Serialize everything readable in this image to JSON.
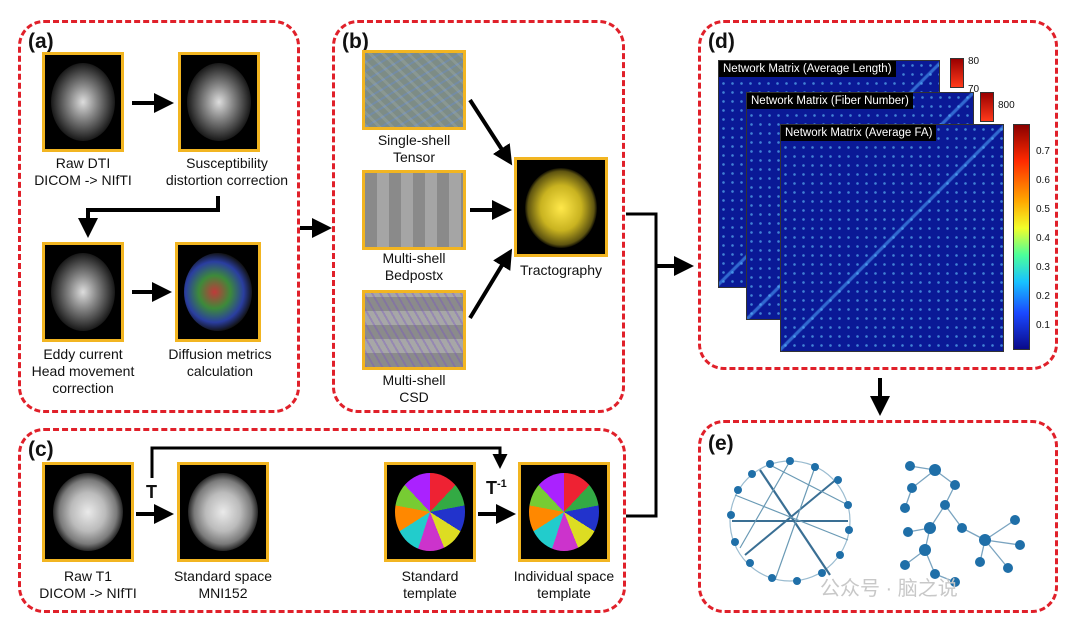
{
  "panels": {
    "a": {
      "label": "(a)",
      "raw_dti": "Raw DTI\nDICOM -> NIfTI",
      "susceptibility": "Susceptibility\ndistortion correction",
      "eddy": "Eddy current\nHead movement\ncorrection",
      "diffusion": "Diffusion metrics\ncalculation"
    },
    "b": {
      "label": "(b)",
      "single": "Single-shell\nTensor",
      "bedpostx": "Multi-shell\nBedpostx",
      "csd": "Multi-shell\nCSD",
      "tractography": "Tractography"
    },
    "c": {
      "label": "(c)",
      "raw_t1": "Raw T1\nDICOM -> NIfTI",
      "standard_space": "Standard space\nMNI152",
      "standard_template": "Standard\ntemplate",
      "individual_template": "Individual space\ntemplate",
      "t": "T",
      "t_inv_base": "T",
      "t_inv_sup": "-1"
    },
    "d": {
      "label": "(d)",
      "m1": "Network Matrix (Average Length)",
      "m2": "Network Matrix (Fiber Number)",
      "m3": "Network Matrix (Average FA)",
      "ticks_m1": "80",
      "ticks_m1b": "70",
      "ticks_m2": "800",
      "ticks": [
        "0.7",
        "0.6",
        "0.5",
        "0.4",
        "0.3",
        "0.2",
        "0.1"
      ]
    },
    "e": {
      "label": "(e)"
    }
  },
  "watermark": "公众号 · 脑之说",
  "colors": {
    "panel_border": "#e0202a",
    "thumb_border": "#f2b521",
    "matrix_bg": "#0a1996"
  }
}
